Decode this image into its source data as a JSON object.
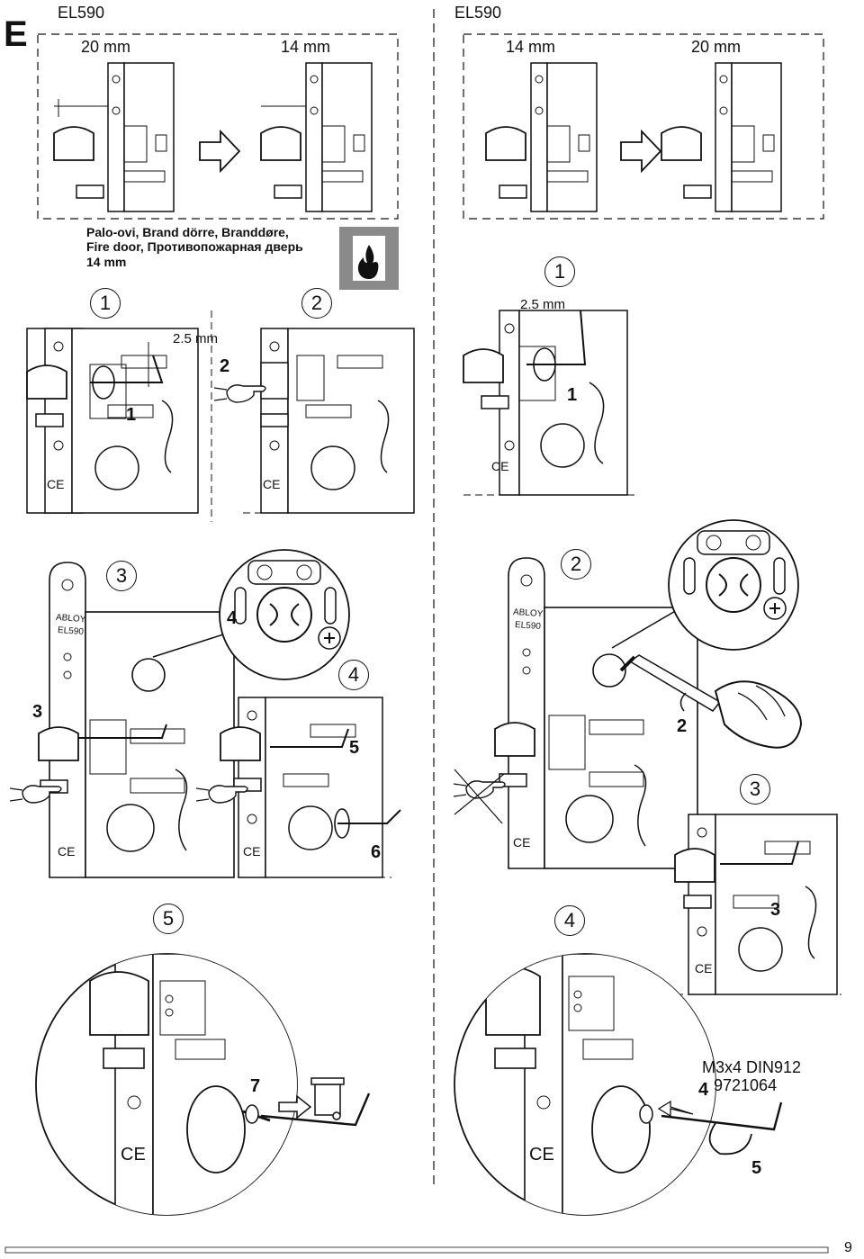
{
  "section_letter": "E",
  "models": {
    "left": "EL590",
    "right": "EL590"
  },
  "top_dims": {
    "left_a": "20 mm",
    "left_b": "14 mm",
    "right_a": "14 mm",
    "right_b": "20 mm"
  },
  "fire_note": {
    "line1": "Palo-ovi, Brand dörre, Branddøre,",
    "line2": "Fire door, Противопожарная дверь",
    "line3": "14 mm"
  },
  "dim_25": "2.5 mm",
  "circled": {
    "one": "1",
    "two": "2",
    "three": "3",
    "four": "4",
    "five": "5"
  },
  "steps": {
    "s1": "1",
    "s2": "2",
    "s3": "3",
    "s4": "4",
    "s5": "5",
    "s6": "6",
    "s7": "7"
  },
  "brand": {
    "line1": "ABLOY",
    "line2": "EL590"
  },
  "ce_mark": "CE",
  "screw": {
    "line1": "M3x4 DIN912",
    "line2": "9721064"
  },
  "page_number": "9"
}
